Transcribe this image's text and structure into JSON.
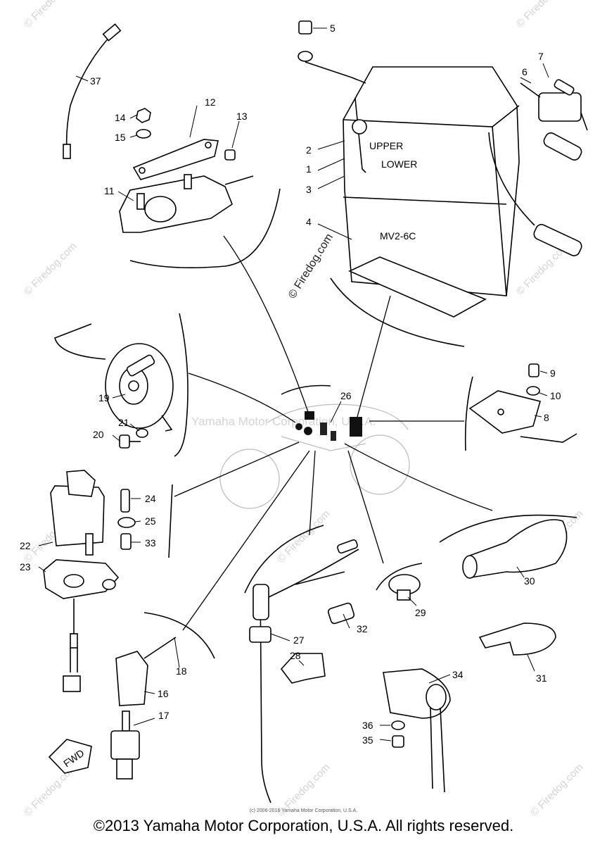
{
  "watermarks": {
    "firedog": "© Firedog.com",
    "center": "Yamaha Motor Corporation, U.S.A."
  },
  "labels": [
    "1",
    "2",
    "3",
    "4",
    "5",
    "6",
    "7",
    "8",
    "9",
    "10",
    "11",
    "12",
    "13",
    "14",
    "15",
    "16",
    "17",
    "18",
    "19",
    "20",
    "21",
    "22",
    "23",
    "24",
    "25",
    "26",
    "27",
    "28",
    "29",
    "30",
    "31",
    "32",
    "33",
    "34",
    "35",
    "36",
    "37"
  ],
  "battery": {
    "upper_mark": "UPPER",
    "lower_mark": "LOWER",
    "model": "MV2-6C"
  },
  "fwd_arrow": "FWD",
  "footer": {
    "copyright": "©2013 Yamaha Motor Corporation, U.S.A. All rights reserved.",
    "small_print": "(c) 2006-2016 Yamaha Motor Corporation, U.S.A."
  }
}
